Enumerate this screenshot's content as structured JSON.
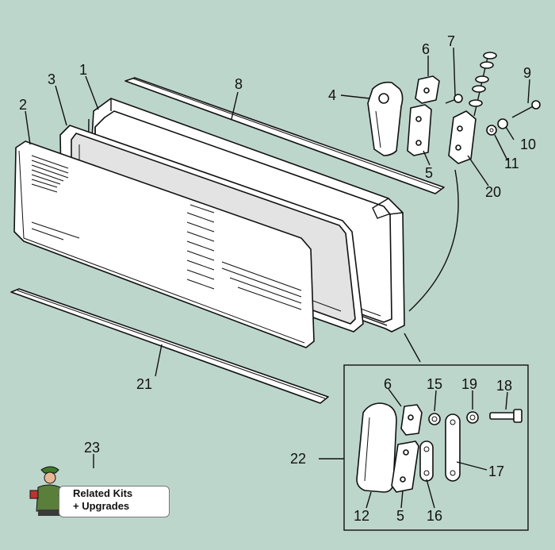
{
  "callouts": {
    "n1": "1",
    "n2": "2",
    "n3": "3",
    "n4": "4",
    "n5": "5",
    "n6": "6",
    "n7": "7",
    "n8": "8",
    "n9": "9",
    "n10": "10",
    "n11": "11",
    "n12": "12",
    "n15": "15",
    "n16": "16",
    "n17": "17",
    "n18": "18",
    "n19": "19",
    "n20": "20",
    "n21": "21",
    "n22": "22",
    "n23": "23",
    "n5b": "5",
    "n6b": "6"
  },
  "related_kits": {
    "line1": "Related Kits",
    "line2": "+ Upgrades"
  },
  "colors": {
    "background": "#bdd6cc",
    "outline": "#111111",
    "part_fill": "#ffffff"
  }
}
